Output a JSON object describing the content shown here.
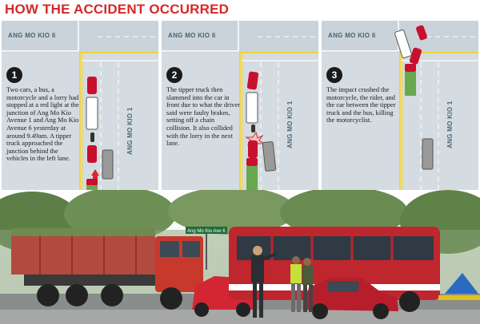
{
  "title": "HOW THE ACCIDENT OCCURRED",
  "panels": [
    {
      "number": "1",
      "road_horizontal": "ANG MO KIO 6",
      "road_vertical": "ANG MO KIO 1",
      "text": "Two cars, a bus, a motorcycle and a lorry had stopped at a red light at the junction of Ang Mo Kio Avenue 1 and Ang Mo Kio Avenue 6 yesterday at around 9.49am. A tipper truck approached the junction behind the vehicles in the left lane."
    },
    {
      "number": "2",
      "road_horizontal": "ANG MO KIO 6",
      "road_vertical": "ANG MO KIO 1",
      "text": "The tipper truck then slammed into the car in front due to what the driver said were faulty brakes, setting off a chain collision. It also collided with the lorry in the next lane."
    },
    {
      "number": "3",
      "road_horizontal": "ANG MO KIO 6",
      "road_vertical": "ANG MO KIO 1",
      "text": "The impact crushed the motorcycle, the rider, and the car between the tipper truck and the bus, killing the motorcyclist."
    }
  ],
  "photo": {
    "street_sign": "Ang Mo Kio Ave 6"
  },
  "colors": {
    "title": "#d62828",
    "road": "#c9d3d9",
    "lane_yellow": "#f2d43a",
    "car_red": "#c8102e",
    "truck_green": "#6aa84f",
    "bus_red": "#c0262e"
  }
}
